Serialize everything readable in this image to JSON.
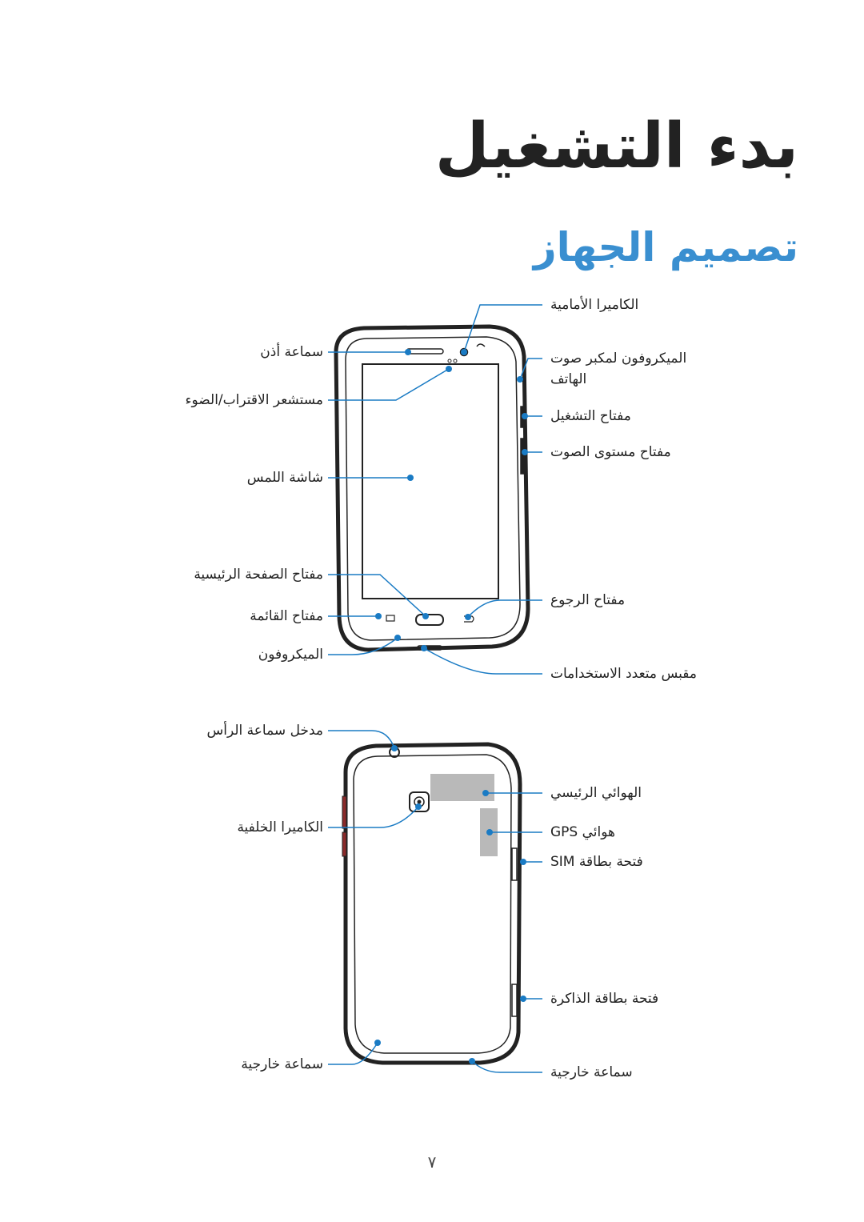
{
  "page": {
    "title": "بدء التشغيل",
    "subtitle": "تصميم الجهاز",
    "page_number": "٧"
  },
  "front_labels": {
    "front_camera": "الكاميرا الأمامية",
    "earpiece": "سماعة أذن",
    "light_sensor": "مستشعر الاقتراب/الضوء",
    "mic_speaker_1": "الميكروفون لمكبر صوت",
    "mic_speaker_2": "الهاتف",
    "power_key": "مفتاح التشغيل",
    "volume_key": "مفتاح مستوى الصوت",
    "touchscreen": "شاشة اللمس",
    "home_key": "مفتاح الصفحة الرئيسية",
    "back_key": "مفتاح الرجوع",
    "menu_key": "مفتاح القائمة",
    "microphone": "الميكروفون",
    "multipurpose_jack": "مقبس متعدد الاستخدامات"
  },
  "back_labels": {
    "headset_jack": "مدخل سماعة الرأس",
    "main_antenna": "الهوائي الرئيسي",
    "rear_camera": "الكاميرا الخلفية",
    "gps_antenna": "هوائي GPS",
    "sim_slot": "فتحة بطاقة SIM",
    "memory_slot": "فتحة بطاقة الذاكرة",
    "speaker_left": "سماعة خارجية",
    "speaker_right": "سماعة خارجية"
  },
  "colors": {
    "accent": "#3a8fd0",
    "leader": "#1a7bc4"
  }
}
